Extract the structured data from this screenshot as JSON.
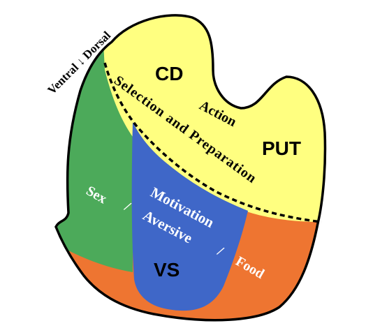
{
  "colors": {
    "top_region": "#ffff80",
    "dorsolateral_region": "#4caa5a",
    "central_region": "#3f67c8",
    "ventral_region": "#ee7531",
    "outline": "#000000",
    "label_on_dark": "#ffffff",
    "label_on_light": "#000000"
  },
  "axis": {
    "label": "Ventral ↓ Dorsal"
  },
  "regions": {
    "cd": "CD",
    "put": "PUT",
    "vs": "VS"
  },
  "functions": {
    "action": "Action",
    "selection_and_preparation": "Selection and Preparation",
    "motivation": "Motivation",
    "aversive": "Aversive",
    "sex": "Sex",
    "food": "Food",
    "slash": "/"
  }
}
